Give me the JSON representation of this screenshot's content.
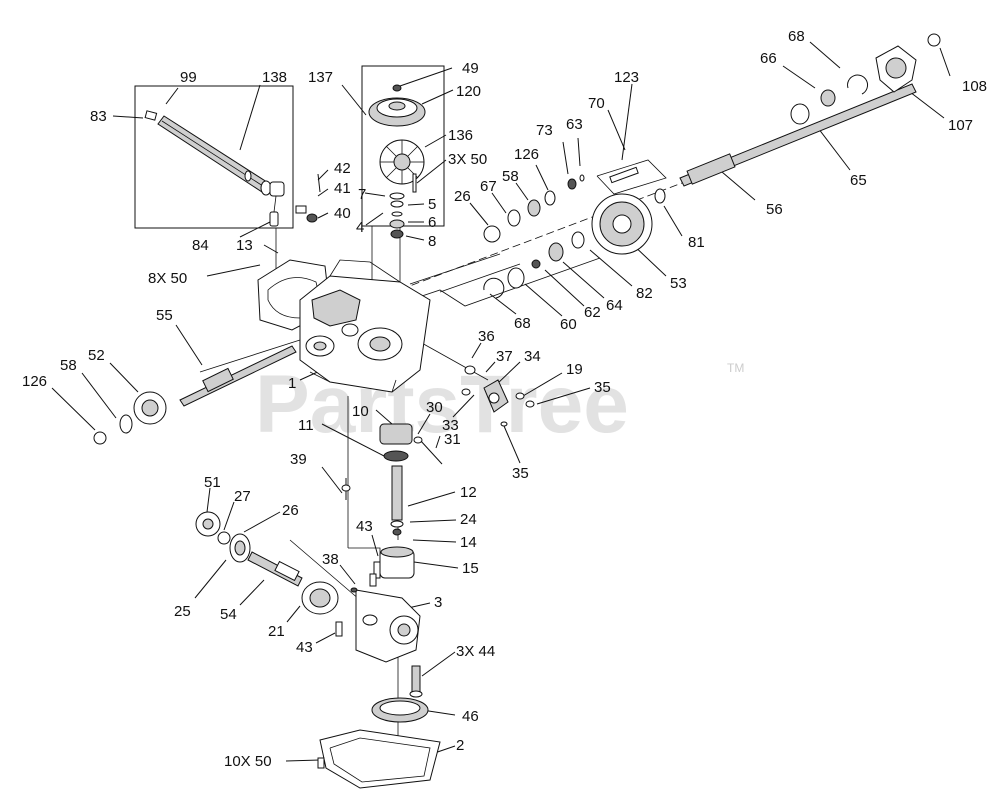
{
  "watermark": {
    "text": "PartsTree",
    "trademark": "TM"
  },
  "callouts": [
    {
      "id": "99",
      "text": "99"
    },
    {
      "id": "138",
      "text": "138"
    },
    {
      "id": "83",
      "text": "83"
    },
    {
      "id": "137",
      "text": "137"
    },
    {
      "id": "49",
      "text": "49"
    },
    {
      "id": "120",
      "text": "120"
    },
    {
      "id": "136",
      "text": "136"
    },
    {
      "id": "3X50a",
      "text": "3X 50"
    },
    {
      "id": "42",
      "text": "42"
    },
    {
      "id": "41",
      "text": "41"
    },
    {
      "id": "7",
      "text": "7"
    },
    {
      "id": "5",
      "text": "5"
    },
    {
      "id": "40",
      "text": "40"
    },
    {
      "id": "6",
      "text": "6"
    },
    {
      "id": "4",
      "text": "4"
    },
    {
      "id": "8",
      "text": "8"
    },
    {
      "id": "84",
      "text": "84"
    },
    {
      "id": "13",
      "text": "13"
    },
    {
      "id": "8X50",
      "text": "8X 50"
    },
    {
      "id": "55",
      "text": "55"
    },
    {
      "id": "52",
      "text": "52"
    },
    {
      "id": "58a",
      "text": "58"
    },
    {
      "id": "126a",
      "text": "126"
    },
    {
      "id": "1",
      "text": "1"
    },
    {
      "id": "10",
      "text": "10"
    },
    {
      "id": "11",
      "text": "11"
    },
    {
      "id": "30",
      "text": "30"
    },
    {
      "id": "33",
      "text": "33"
    },
    {
      "id": "31",
      "text": "31"
    },
    {
      "id": "36",
      "text": "36"
    },
    {
      "id": "37",
      "text": "37"
    },
    {
      "id": "34",
      "text": "34"
    },
    {
      "id": "19",
      "text": "19"
    },
    {
      "id": "35a",
      "text": "35"
    },
    {
      "id": "35b",
      "text": "35"
    },
    {
      "id": "39",
      "text": "39"
    },
    {
      "id": "12",
      "text": "12"
    },
    {
      "id": "24",
      "text": "24"
    },
    {
      "id": "14",
      "text": "14"
    },
    {
      "id": "15",
      "text": "15"
    },
    {
      "id": "43a",
      "text": "43"
    },
    {
      "id": "51",
      "text": "51"
    },
    {
      "id": "27",
      "text": "27"
    },
    {
      "id": "26a",
      "text": "26"
    },
    {
      "id": "38",
      "text": "38"
    },
    {
      "id": "3",
      "text": "3"
    },
    {
      "id": "25",
      "text": "25"
    },
    {
      "id": "54",
      "text": "54"
    },
    {
      "id": "21",
      "text": "21"
    },
    {
      "id": "43b",
      "text": "43"
    },
    {
      "id": "3X44",
      "text": "3X 44"
    },
    {
      "id": "46",
      "text": "46"
    },
    {
      "id": "2",
      "text": "2"
    },
    {
      "id": "10X50",
      "text": "10X 50"
    },
    {
      "id": "26b",
      "text": "26"
    },
    {
      "id": "67",
      "text": "67"
    },
    {
      "id": "58b",
      "text": "58"
    },
    {
      "id": "126b",
      "text": "126"
    },
    {
      "id": "73",
      "text": "73"
    },
    {
      "id": "63",
      "text": "63"
    },
    {
      "id": "123",
      "text": "123"
    },
    {
      "id": "70",
      "text": "70"
    },
    {
      "id": "68a",
      "text": "68"
    },
    {
      "id": "66",
      "text": "66"
    },
    {
      "id": "108",
      "text": "108"
    },
    {
      "id": "107",
      "text": "107"
    },
    {
      "id": "65",
      "text": "65"
    },
    {
      "id": "56",
      "text": "56"
    },
    {
      "id": "81",
      "text": "81"
    },
    {
      "id": "53",
      "text": "53"
    },
    {
      "id": "82",
      "text": "82"
    },
    {
      "id": "64",
      "text": "64"
    },
    {
      "id": "62",
      "text": "62"
    },
    {
      "id": "60",
      "text": "60"
    },
    {
      "id": "68b",
      "text": "68"
    }
  ]
}
